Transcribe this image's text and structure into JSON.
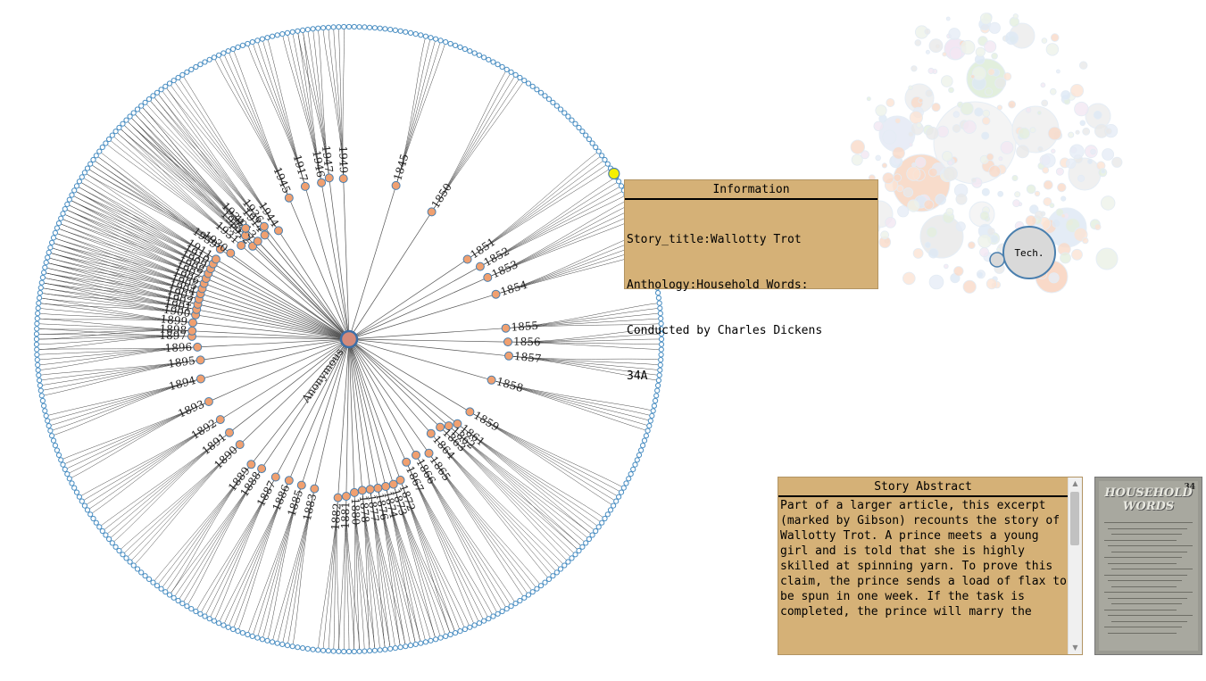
{
  "tree": {
    "root_label": "Anonymous",
    "years": [
      "1845",
      "1850",
      "1851",
      "1852",
      "1853",
      "1854",
      "1855",
      "1856",
      "1857",
      "1858",
      "1859",
      "1861",
      "1862",
      "1863",
      "1864",
      "1865",
      "1866",
      "1867",
      "1872",
      "1873",
      "1874",
      "1876",
      "1877",
      "1878",
      "1880",
      "1881",
      "1882",
      "1883",
      "1885",
      "1886",
      "1887",
      "1888",
      "1889",
      "1890",
      "1891",
      "1892",
      "1893",
      "1894",
      "1895",
      "1896",
      "1897",
      "1898",
      "1899",
      "1900",
      "1901",
      "1902",
      "1903",
      "1904",
      "1905",
      "1906",
      "1907",
      "1908",
      "1909",
      "1910",
      "1911",
      "1912",
      "1913",
      "1914",
      "1917",
      "1930",
      "1931",
      "1933",
      "1934",
      "1936",
      "1939",
      "1944",
      "1945",
      "1946",
      "1947",
      "1949"
    ],
    "highlight_color": "#f5f000",
    "node_color": "#f0a070",
    "leaf_color": "#4a8ec2"
  },
  "bubble": {
    "label": "Tech."
  },
  "info_panel": {
    "title": "Information",
    "lines": [
      "Story_title:Wallotty Trot",
      "Anthology:Household Words:",
      "Conducted by Charles Dickens",
      "34A"
    ]
  },
  "abstract_panel": {
    "title": "Story Abstract",
    "text": "Part of a larger article, this excerpt (marked by Gibson) recounts the story of Wallotty Trot. A prince meets a young girl and is told that she is highly skilled at spinning yarn. To prove this claim, the prince sends a load of flax to be spun in one week. If the task is completed, the prince will marry the"
  },
  "cover": {
    "title_line1": "HOUSEHOLD",
    "title_line2": "WORDS",
    "number": "34"
  }
}
